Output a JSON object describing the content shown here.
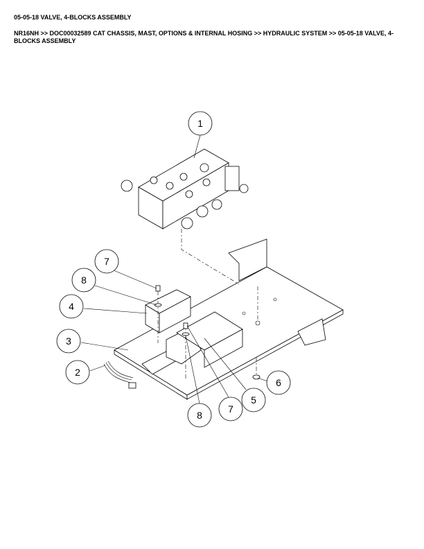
{
  "header": {
    "title": "05-05-18 VALVE, 4-BLOCKS ASSEMBLY",
    "breadcrumb": "NR16NH >> DOC00032589 CAT CHASSIS, MAST, OPTIONS & INTERNAL HOSING >> HYDRAULIC SYSTEM >> 05-05-18 VALVE, 4-BLOCKS ASSEMBLY"
  },
  "diagram": {
    "callouts": [
      "1",
      "7",
      "8",
      "4",
      "3",
      "2",
      "8",
      "7",
      "5",
      "6"
    ]
  }
}
